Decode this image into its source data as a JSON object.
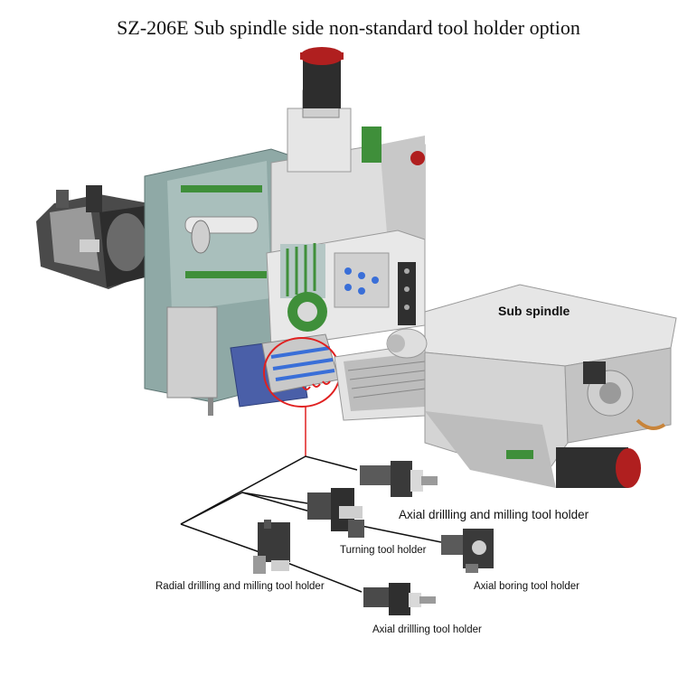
{
  "title": "SZ-206E Sub spindle side non-standard tool holder option",
  "labels": {
    "sub_spindle": "Sub spindle",
    "axial_drill_mill": "Axial drillling and milling tool holder",
    "turning": "Turning tool holder",
    "axial_boring": "Axial boring tool holder",
    "radial_drill_mill": "Radial drillling and milling tool holder",
    "axial_drilling": "Axial drillling tool holder"
  },
  "colors": {
    "frame_teal": "#8fa9a6",
    "guard_grey": "#d6d6d6",
    "accent_green": "#3f8f3a",
    "motor_red": "#b01f1f",
    "callout_red": "#e02020",
    "tool_blue": "#3a6fd8"
  }
}
